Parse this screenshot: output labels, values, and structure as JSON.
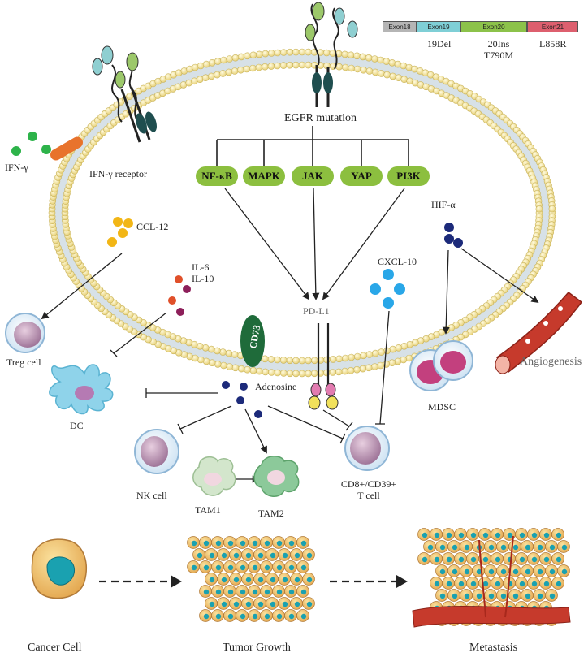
{
  "exons": [
    {
      "label": "Exon18",
      "color": "#b5b5b5"
    },
    {
      "label": "Exon19",
      "color": "#7fcfd6"
    },
    {
      "label": "Exon20",
      "color": "#8cc24a"
    },
    {
      "label": "Exon21",
      "color": "#dd5f6e"
    }
  ],
  "mutations": {
    "exon19": "19Del",
    "exon20_line1": "20Ins",
    "exon20_line2": "T790M",
    "exon21": "L858R"
  },
  "labels": {
    "egfr_mutation": "EGFR mutation",
    "ifn_gamma": "IFN-γ",
    "ifn_receptor": "IFN-γ  receptor",
    "ccl12": "CCL-12",
    "il6": "IL-6",
    "il10": "IL-10",
    "cxcl10": "CXCL-10",
    "hif": "HIF-α",
    "pdl1": "PD-L1",
    "cd73": "CD73",
    "adenosine": "Adenosine",
    "treg": "Treg cell",
    "dc": "DC",
    "nk": "NK cell",
    "tam1": "TAM1",
    "tam2": "TAM2",
    "tcell_line1": "CD8+/CD39+",
    "tcell_line2": "T cell",
    "mdsc": "MDSC",
    "angiogenesis": "Angiogenesis",
    "cancer_cell": "Cancer Cell",
    "tumor_growth": "Tumor Growth",
    "metastasis": "Metastasis"
  },
  "pathways": [
    "NF-κB",
    "MAPK",
    "JAK",
    "YAP",
    "PI3K"
  ],
  "colors": {
    "membrane_bead": "#f5e7a8",
    "membrane_tail": "#c9d6de",
    "pathway_green": "#8cbf3f",
    "adenosine_navy": "#1c2a7a",
    "cxcl10_blue": "#29a7e8",
    "ccl12_yellow": "#f2b616",
    "ifn_green": "#2db34a",
    "receptor_orange": "#e8732c",
    "cd73_green": "#1f6b3a",
    "vessel_red": "#c63a2c"
  }
}
